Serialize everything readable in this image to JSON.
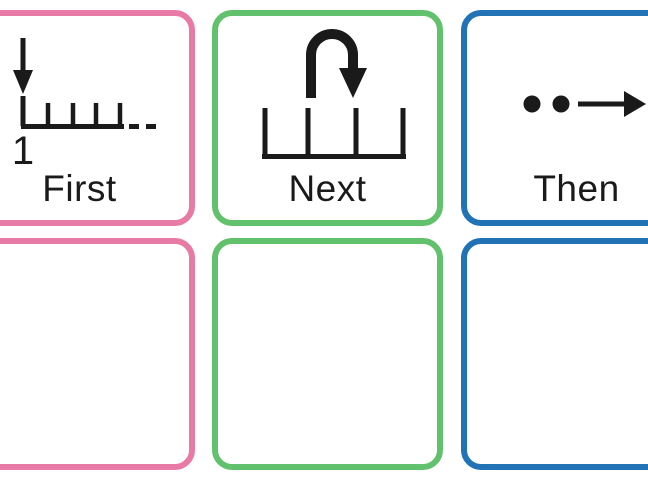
{
  "document": {
    "type": "sequencing-cards-worksheet",
    "visible_words": [
      "First",
      "Next",
      "Then"
    ]
  },
  "colors": {
    "background": "#ffffff",
    "pink": "#e87ba6",
    "green": "#62c16c",
    "blue": "#2173b5",
    "ink": "#1a1a1a"
  },
  "cards": {
    "first": {
      "label": "First",
      "border_color": "#e87ba6",
      "icon": "down-arrow-pointing-to-numberline-start",
      "numberline_label": "1"
    },
    "next": {
      "label": "Next",
      "border_color": "#62c16c",
      "icon": "hop-arrow-over-numberline"
    },
    "then": {
      "label": "Then",
      "border_color": "#2173b5",
      "icon": "two-dots-then-right-arrow"
    },
    "empty_pink": {
      "border_color": "#e87ba6"
    },
    "empty_green": {
      "border_color": "#62c16c"
    },
    "empty_blue": {
      "border_color": "#2173b5"
    }
  }
}
